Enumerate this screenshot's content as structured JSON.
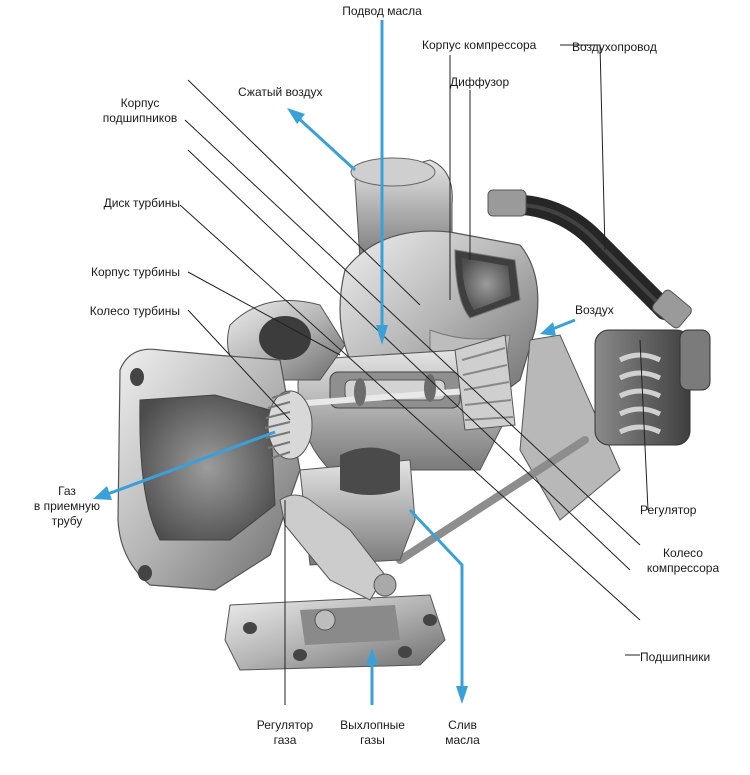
{
  "colors": {
    "arrow": "#3aa0d8",
    "leader": "#222222",
    "metal_light": "#d9d9d9",
    "metal_mid": "#a8a8a8",
    "metal_dark": "#5c5c5c",
    "rubber": "#2b2b2b",
    "shaft": "#c9c9c9"
  },
  "labels": {
    "oil_inlet": "Подвод масла",
    "compressor_housing": "Корпус компрессора",
    "air_duct": "Воздухопровод",
    "compressed_air": "Сжатый воздух",
    "diffuser": "Диффузор",
    "bearing_housing": "Корпус\nподшипников",
    "turbine_disk": "Диск турбины",
    "turbine_housing": "Корпус турбины",
    "turbine_wheel": "Колесо турбины",
    "air": "Воздух",
    "gas_to_pipe": "Газ\nв приемную\nтрубу",
    "regulator": "Регулятор",
    "compressor_wheel": "Колесо\nкомпрессора",
    "bearings": "Подшипники",
    "gas_regulator": "Регулятор\nгаза",
    "exhaust_gases": "Выхлопные\nгазы",
    "oil_drain": "Слив\nмасла"
  }
}
